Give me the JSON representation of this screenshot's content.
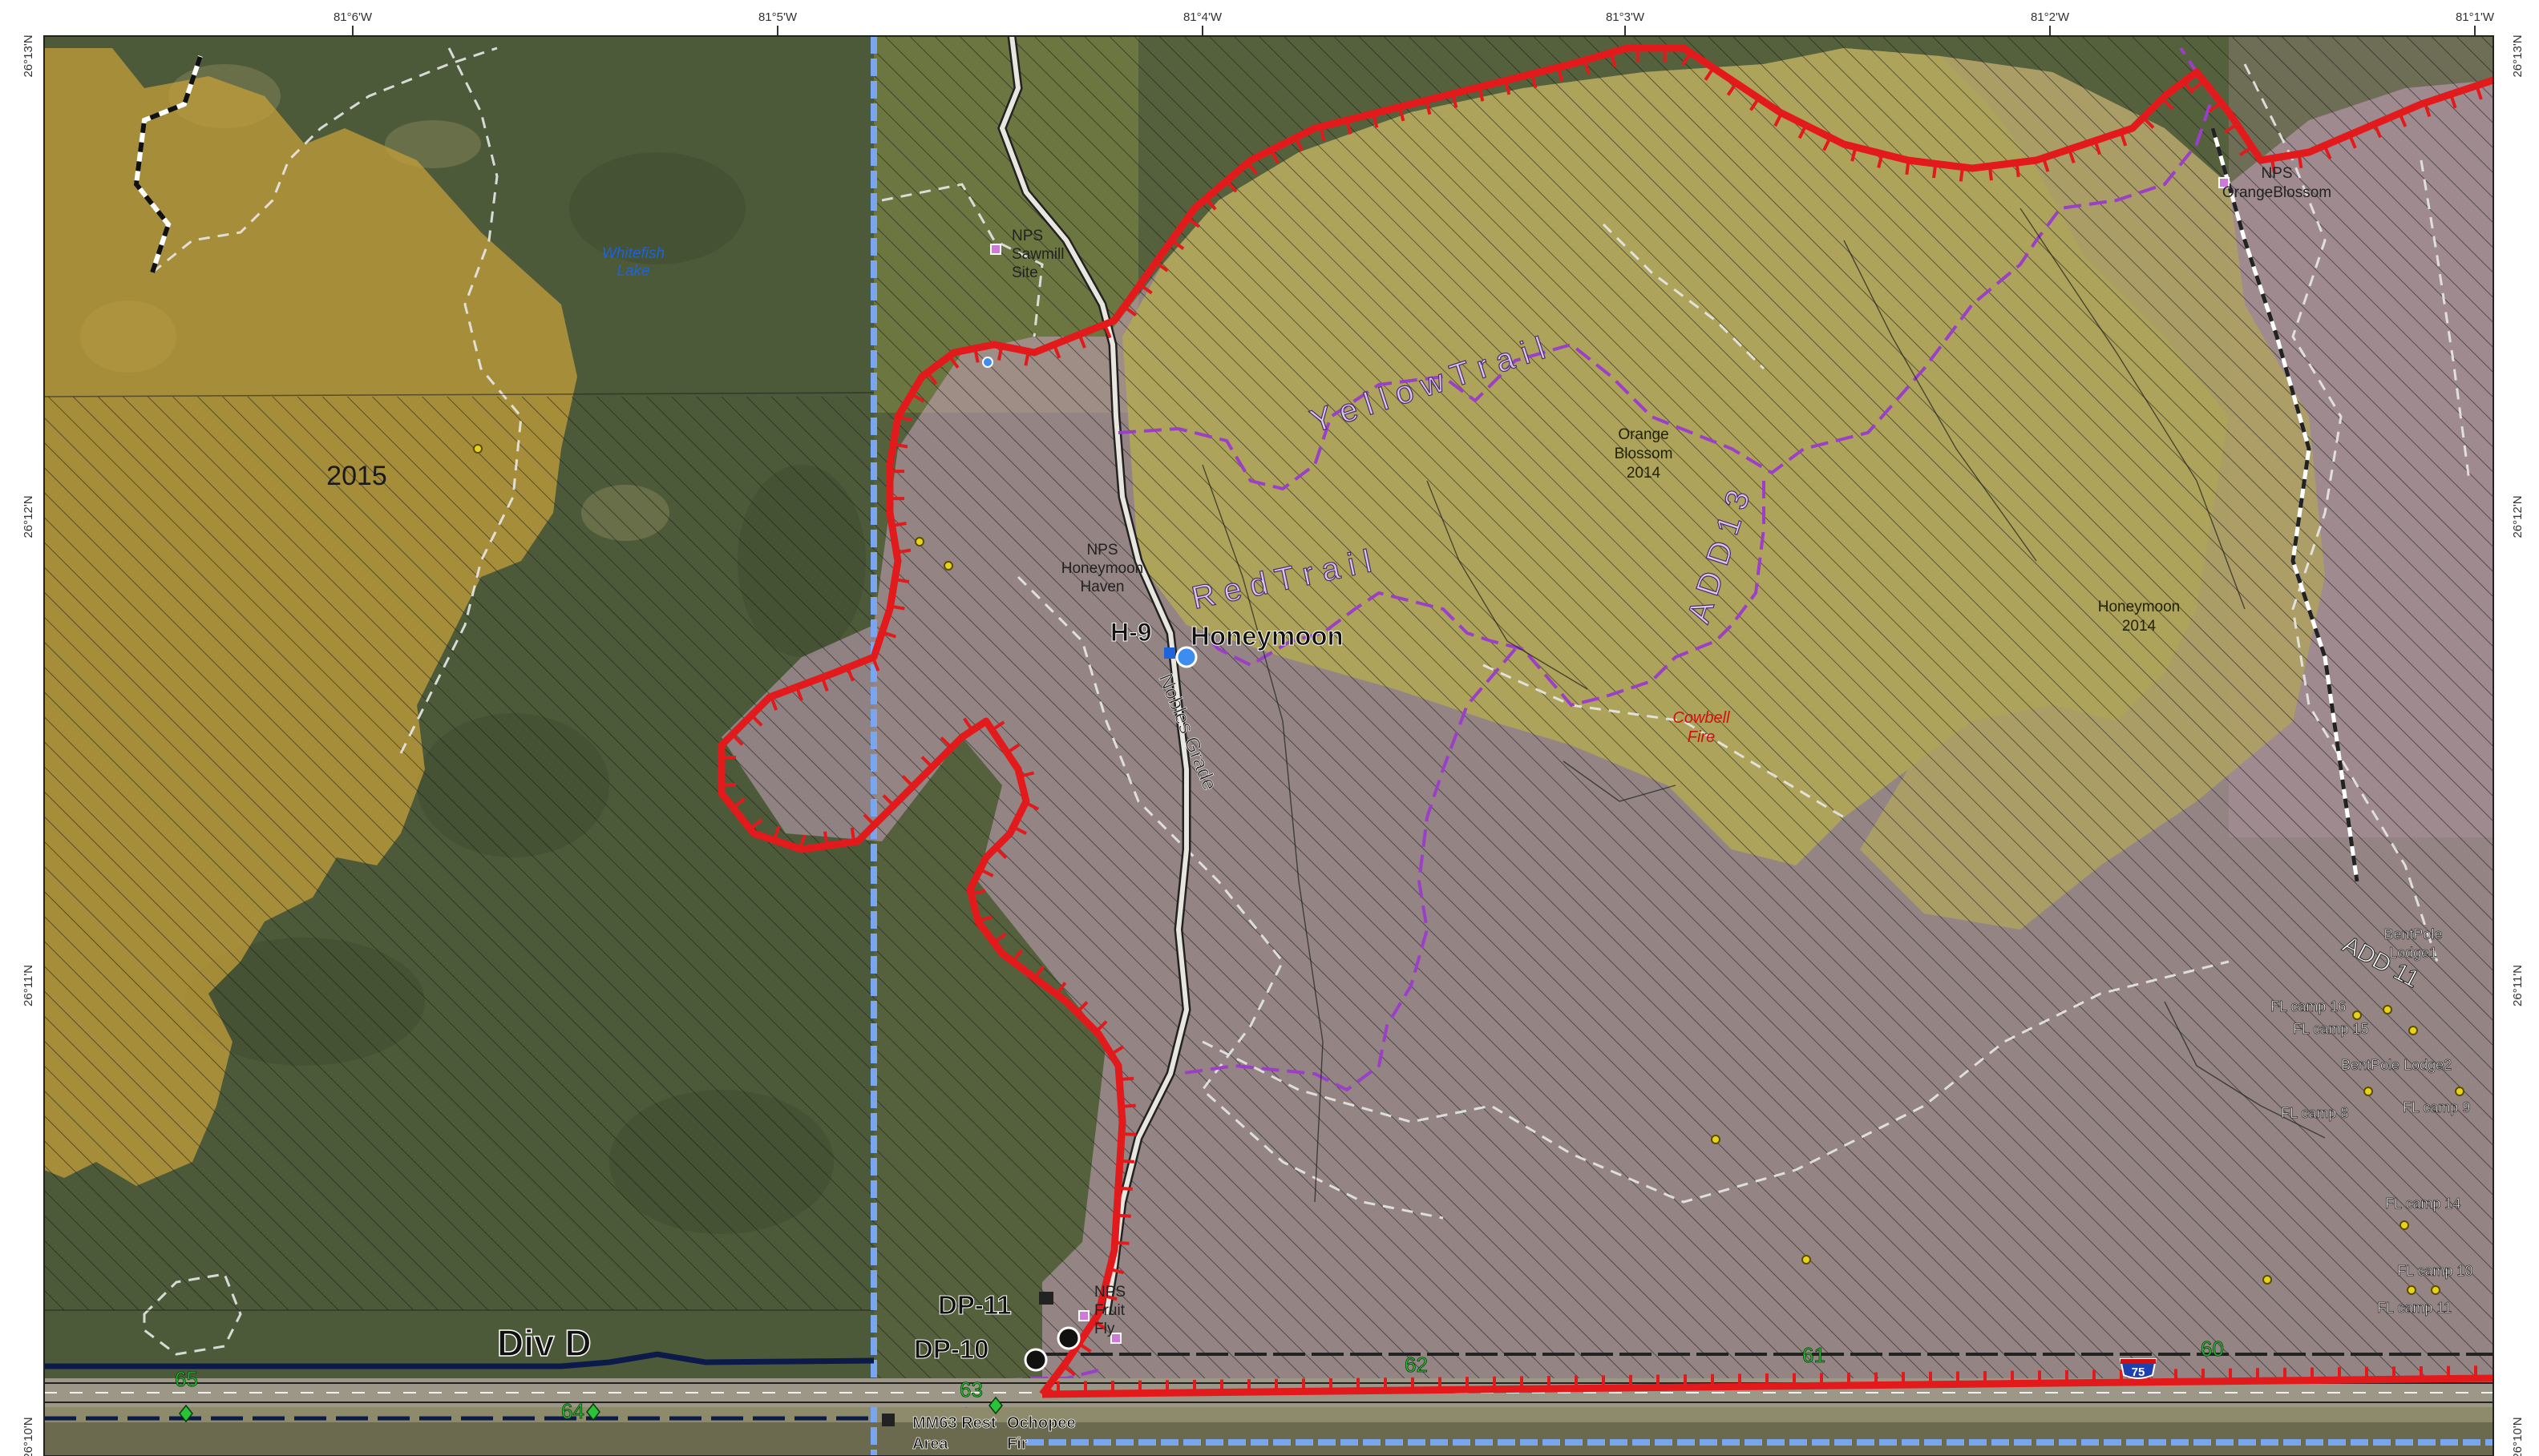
{
  "map": {
    "lon_ticks": [
      "81°6'W",
      "81°5'W",
      "81°4'W",
      "81°3'W",
      "81°2'W",
      "81°1'W"
    ],
    "lat_ticks_left": [
      "26°13'N",
      "26°12'N",
      "26°11'N",
      "26°10'N"
    ],
    "lat_ticks_right": [
      "26°13'N",
      "26°12'N",
      "26°11'N",
      "26°10'N"
    ],
    "fire_areas": {
      "year_2015": "2015",
      "orange_blossom": [
        "Orange",
        "Blossom",
        "2014"
      ],
      "honeymoon": [
        "Honeymoon",
        "2014"
      ]
    },
    "water": [
      "Whitefish",
      "Lake"
    ],
    "fire_label": [
      "Cowbell",
      "Fire"
    ],
    "trails": {
      "yellow": "Y e l l o w   T r a i l",
      "red": "R e d   T r a i l",
      "add13": "A D D  1 3",
      "add11": "ADD 11",
      "nobles": "Nobles Grade"
    },
    "divisions": {
      "div_d": "Div D"
    },
    "points": {
      "h9": "H-9",
      "honeymoon": "Honeymoon",
      "dp11": "DP-11",
      "dp10": "DP-10",
      "mm63": [
        "MM63 Rest",
        "Area"
      ],
      "ochopee": [
        "Ochopee",
        "Fir"
      ]
    },
    "nps_sites": {
      "sawmill": [
        "NPS",
        "Sawmill",
        "Site"
      ],
      "honeymoon_haven": [
        "NPS",
        "Honeymoon",
        "Haven"
      ],
      "orange_blossom": [
        "NPS",
        "OrangeBlossom"
      ],
      "fruit_fly": [
        "NPS",
        "Fruit",
        "Fly"
      ]
    },
    "camps": {
      "bentpole1": [
        "BentPole",
        "Lodge1"
      ],
      "fl16": "FL camp 16",
      "fl15": "FL camp 15",
      "bentpole2": "BentPole Lodge2",
      "fl8": "FL camp 8",
      "fl9": "FL camp 9",
      "fl14": "FL camp 14",
      "fl10": "FL camp 10",
      "fl11": "FL camp 11"
    },
    "mile_markers": [
      "65",
      "64",
      "63",
      "62",
      "61",
      "60"
    ],
    "interstate": "75",
    "colors": {
      "fire_perimeter": "#e31a1c",
      "burn_2015": "#c9a13a",
      "burn_2014": "#b8b43a",
      "current_burn": "#c9a3bf",
      "trail": "#9b3fc8",
      "division_line": "#7aa6f0",
      "mile_marker": "#29c23a"
    },
    "icons": [
      "nps-site-icon",
      "camp-point-icon",
      "drop-point-icon",
      "helispot-icon",
      "interstate-shield-icon",
      "mile-marker-icon"
    ]
  }
}
